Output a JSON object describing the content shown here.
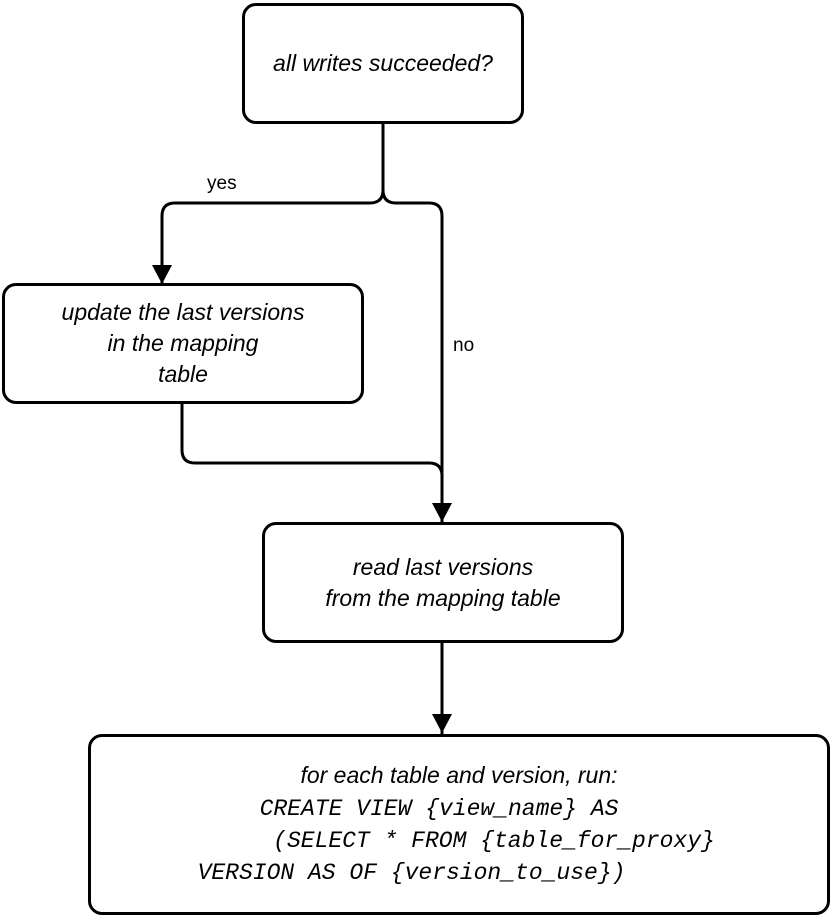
{
  "nodes": {
    "decision": {
      "text": "all writes succeeded?"
    },
    "update": {
      "lines": [
        "update the last versions",
        "in the mapping",
        "table"
      ]
    },
    "read": {
      "lines": [
        "read last versions",
        "from the mapping table"
      ]
    },
    "create_view": {
      "intro": "for each table and version, run:",
      "code": [
        "CREATE VIEW {view_name} AS",
        "(SELECT * FROM {table_for_proxy}",
        "VERSION AS OF {version_to_use})"
      ]
    }
  },
  "edges": {
    "yes_label": "yes",
    "no_label": "no"
  }
}
